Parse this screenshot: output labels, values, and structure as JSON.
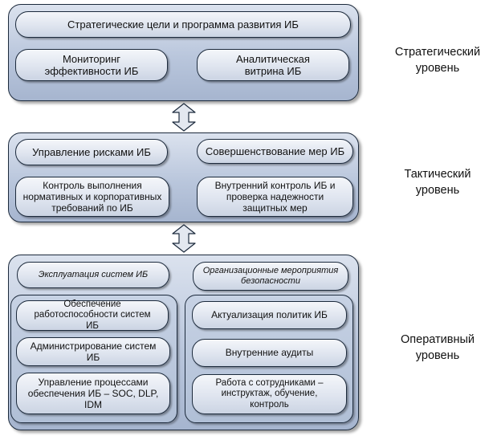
{
  "strategic": {
    "goals": "Стратегические цели и программа развития ИБ",
    "monitoring": "Мониторинг эффективности ИБ",
    "analytics": "Аналитическая витрина ИБ",
    "label_line1": "Стратегический",
    "label_line2": "уровень"
  },
  "tactical": {
    "risk": "Управление рисками ИБ",
    "improve": "Совершенствование мер ИБ",
    "compliance": "Контроль выполнения нормативных и корпоративных требований по ИБ",
    "internal_control": "Внутренний контроль ИБ и проверка надежности защитных мер",
    "label_line1": "Тактический",
    "label_line2": "уровень"
  },
  "operational": {
    "exploitation_title": "Эксплуатация систем ИБ",
    "org_title": "Организационные мероприятия безопасности",
    "ensure": "Обеспечение работоспособности систем ИБ",
    "admin": "Администрирование систем ИБ",
    "process": "Управление процессами обеспечения ИБ – SOC, DLP, IDM",
    "policy": "Актуализация политик ИБ",
    "audit": "Внутренние аудиты",
    "staff": "Работа с сотрудниками – инструктаж, обучение, контроль",
    "label_line1": "Оперативный",
    "label_line2": "уровень"
  },
  "colors": {
    "border": "#1c2a3c",
    "level_fill": "#b9c6dc",
    "pill_fill": "#e8ecf3",
    "arrow_fill": "#e3e8f0"
  }
}
